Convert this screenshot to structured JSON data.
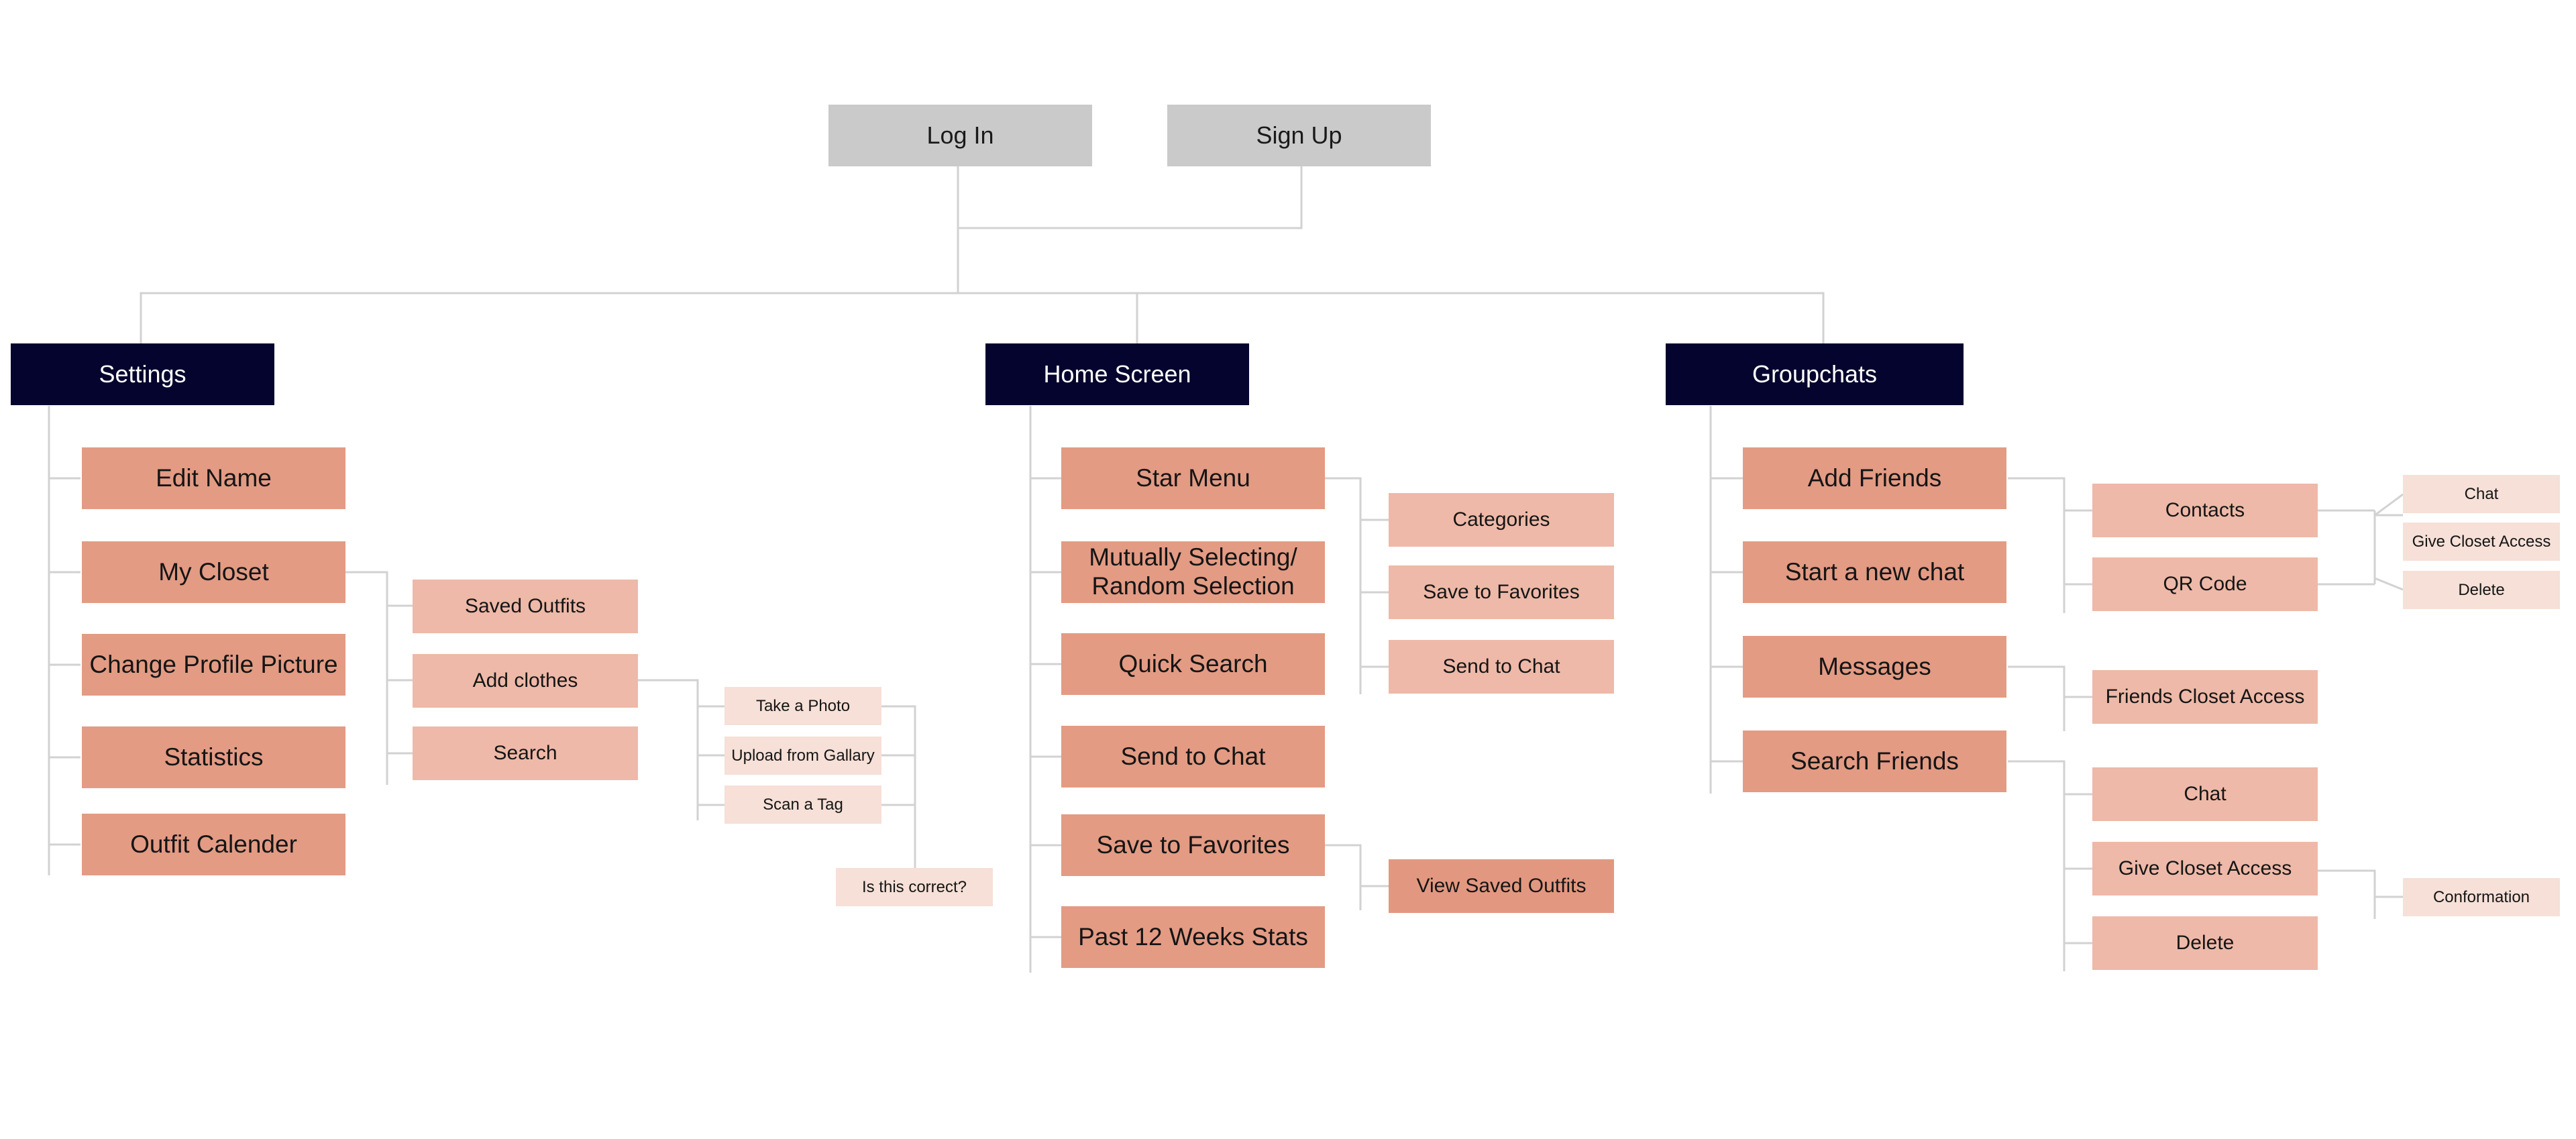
{
  "entry": {
    "login": "Log In",
    "signup": "Sign Up"
  },
  "settings": {
    "title": "Settings",
    "items": {
      "edit_name": "Edit Name",
      "my_closet": "My Closet",
      "change_profile_picture": "Change Profile Picture",
      "statistics": "Statistics",
      "outfit_calender": "Outfit Calender"
    },
    "my_closet_children": {
      "saved_outfits": "Saved Outfits",
      "add_clothes": "Add clothes",
      "search": "Search"
    },
    "add_clothes_children": {
      "take_photo": "Take a Photo",
      "upload_gallary": "Upload from Gallary",
      "scan_tag": "Scan a Tag"
    },
    "confirm": "Is this correct?"
  },
  "home": {
    "title": "Home Screen",
    "items": {
      "star_menu": "Star Menu",
      "mutually_selecting_line1": "Mutually Selecting/",
      "mutually_selecting_line2": "Random Selection",
      "quick_search": "Quick Search",
      "send_to_chat": "Send to Chat",
      "save_to_favorites": "Save to Favorites",
      "past_12_weeks": "Past 12 Weeks Stats"
    },
    "star_menu_children": {
      "categories": "Categories",
      "save_to_favorites": "Save to Favorites",
      "send_to_chat": "Send to Chat"
    },
    "favorites_children": {
      "view_saved_outfits": "View Saved Outfits"
    }
  },
  "groupchats": {
    "title": "Groupchats",
    "items": {
      "add_friends": "Add Friends",
      "start_new_chat": "Start a new chat",
      "messages": "Messages",
      "search_friends": "Search Friends"
    },
    "add_friends_children": {
      "contacts": "Contacts",
      "qr_code": "QR Code"
    },
    "contact_actions": {
      "chat": "Chat",
      "give_closet_access": "Give Closet Access",
      "delete": "Delete"
    },
    "messages_children": {
      "friends_closet_access": "Friends Closet Access"
    },
    "search_friends_children": {
      "chat": "Chat",
      "give_closet_access": "Give Closet Access",
      "delete": "Delete"
    },
    "give_access_children": {
      "conformation": "Conformation"
    }
  }
}
